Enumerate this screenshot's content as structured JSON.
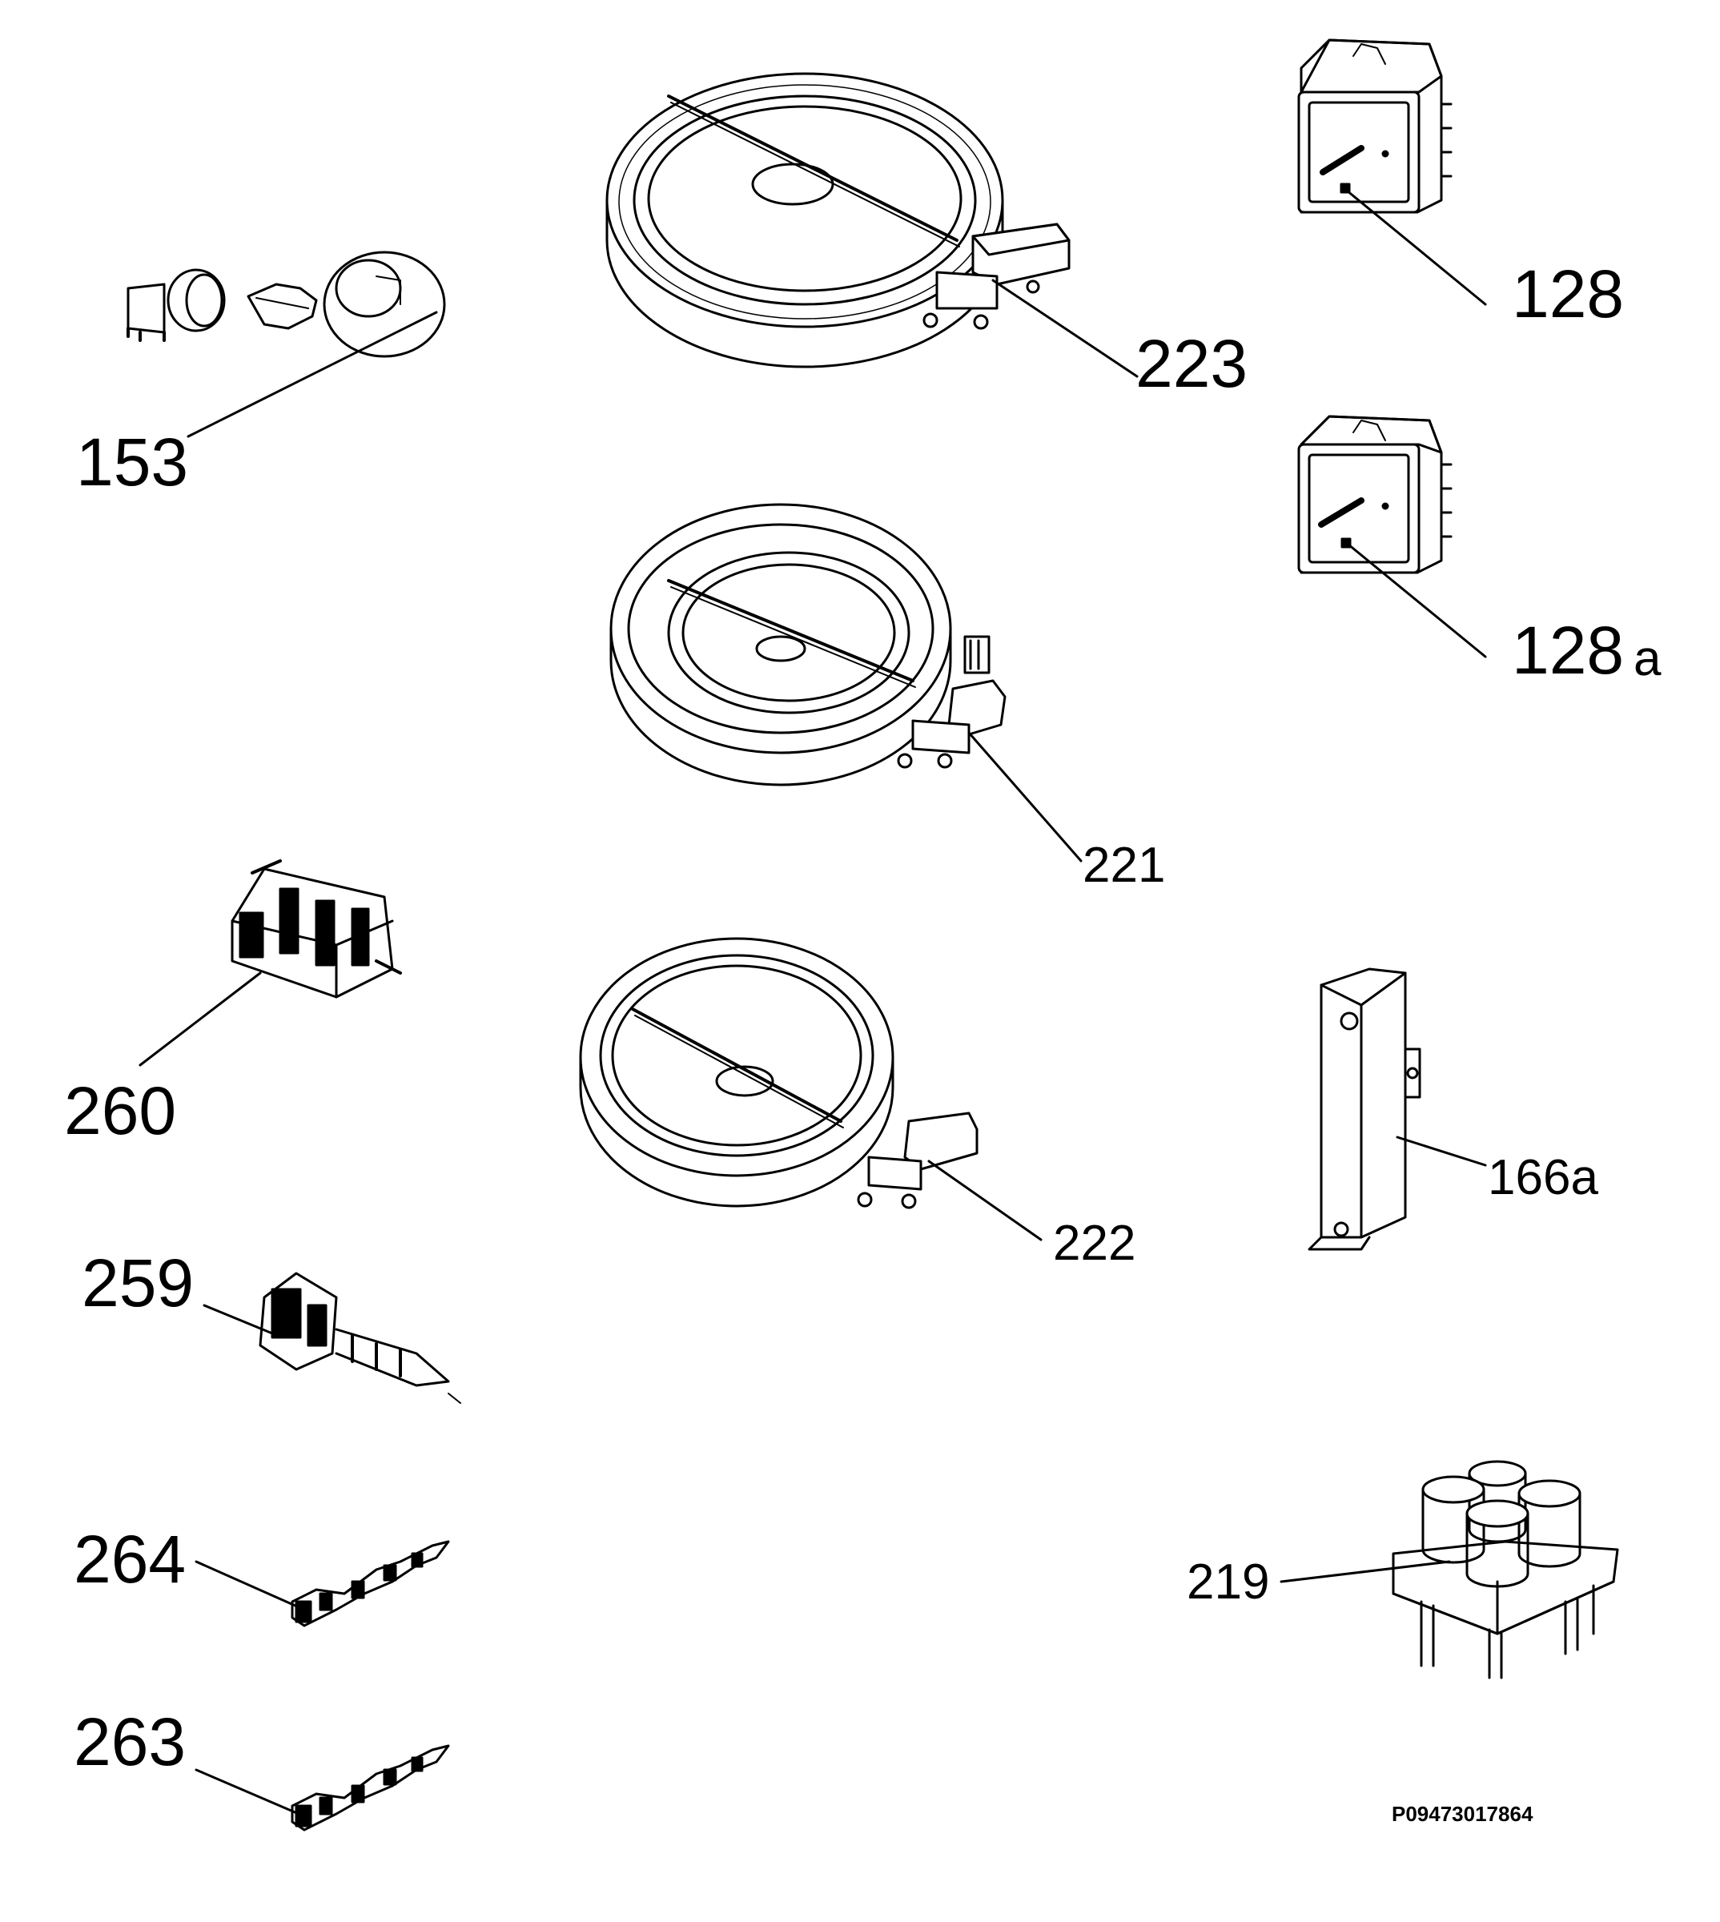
{
  "labels": {
    "p153": "153",
    "p223": "223",
    "p128": "128",
    "p128a_num": "128",
    "p128a_suffix": "a",
    "p221": "221",
    "p260": "260",
    "p222": "222",
    "p166a": "166a",
    "p259": "259",
    "p264": "264",
    "p219": "219",
    "p263": "263"
  },
  "drawing_code": "P09473017864"
}
